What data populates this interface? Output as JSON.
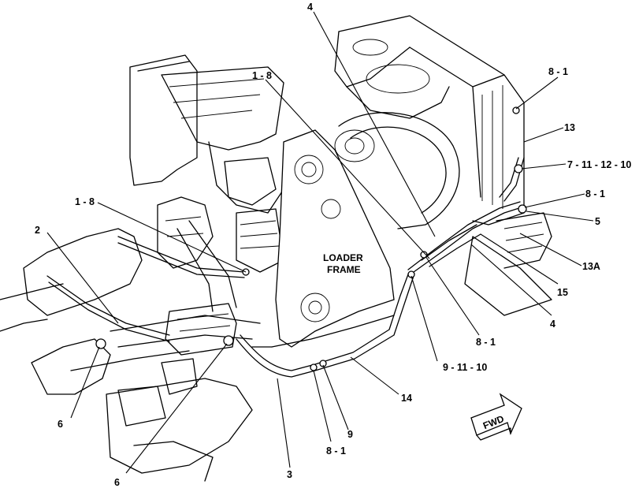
{
  "frame": {
    "line1": "LOADER",
    "line2": "FRAME"
  },
  "fwd": "FWD",
  "callouts": [
    {
      "id": "c-4-top",
      "text": "4"
    },
    {
      "id": "c-1-8-top",
      "text": "1 - 8"
    },
    {
      "id": "c-8-1-top",
      "text": "8 - 1"
    },
    {
      "id": "c-13",
      "text": "13"
    },
    {
      "id": "c-7-11-12-10",
      "text": "7 - 11 - 12 - 10"
    },
    {
      "id": "c-1-8-left",
      "text": "1 - 8"
    },
    {
      "id": "c-8-1-right",
      "text": "8 - 1"
    },
    {
      "id": "c-5",
      "text": "5"
    },
    {
      "id": "c-2",
      "text": "2"
    },
    {
      "id": "c-13a",
      "text": "13A"
    },
    {
      "id": "c-15",
      "text": "15"
    },
    {
      "id": "c-4-right",
      "text": "4"
    },
    {
      "id": "c-8-1-mid",
      "text": "8 - 1"
    },
    {
      "id": "c-9-11-10",
      "text": "9 - 11 - 10"
    },
    {
      "id": "c-14",
      "text": "14"
    },
    {
      "id": "c-6-left",
      "text": "6"
    },
    {
      "id": "c-9",
      "text": "9"
    },
    {
      "id": "c-8-1-bottom",
      "text": "8 - 1"
    },
    {
      "id": "c-6-bottom",
      "text": "6"
    },
    {
      "id": "c-3",
      "text": "3"
    }
  ]
}
